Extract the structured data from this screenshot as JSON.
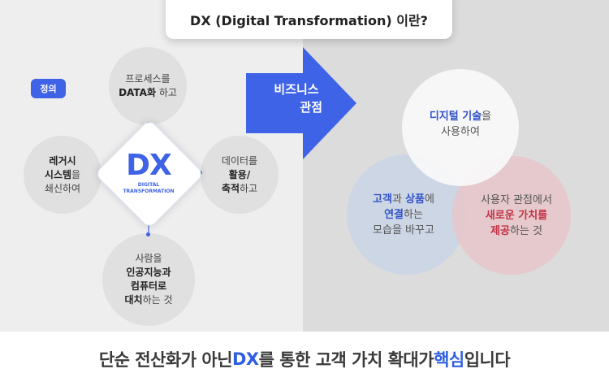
{
  "title": "DX (Digital Transformation) 이란?",
  "definition_badge": "정의",
  "center": {
    "logo": "DX",
    "subtitle_line1": "DIGITAL",
    "subtitle_line2": "TRANSFORMATION"
  },
  "top_circle": {
    "line1": "프로세스를",
    "line2_bold": "DATA화",
    "line2_rest": " 하고"
  },
  "left_circle": {
    "line1_bold": "레거시",
    "line2_bold": "시스템",
    "line2_rest": "을",
    "line3": "쇄신하여"
  },
  "right_circle": {
    "line1": "데이터를",
    "line2_bold": "활용/",
    "line3_bold": "축적",
    "line3_rest": "하고"
  },
  "bottom_circle": {
    "line1": "사람을",
    "line2_bold": "인공지능과",
    "line3_bold": "컴퓨터로",
    "line4_bold": "대치",
    "line4_rest": "하는 것"
  },
  "arrow": {
    "line1": "비즈니스",
    "line2": "관점"
  },
  "venn": {
    "top": {
      "line1_bold": "디지털 기술",
      "line1_rest": "을",
      "line2": "사용하여"
    },
    "left": {
      "line1_bold": "고객",
      "line1_mid": "과 ",
      "line1_bold2": "상품",
      "line1_rest": "에",
      "line2_bold": "연결",
      "line2_rest": "하는",
      "line3": "모습을 바꾸고"
    },
    "right": {
      "line1": "사용자 관점에서",
      "line2_bold": "새로운 가치를",
      "line3_bold": "제공",
      "line3_rest": "하는 것"
    }
  },
  "footer": {
    "part1": "단순 전산화가 아닌 ",
    "highlight1": "DX",
    "part2": "를 통한 고객 가치 확대가 ",
    "highlight2": "핵심",
    "part3": "입니다"
  },
  "colors": {
    "accent": "#3e63e6",
    "red": "#c23246"
  }
}
